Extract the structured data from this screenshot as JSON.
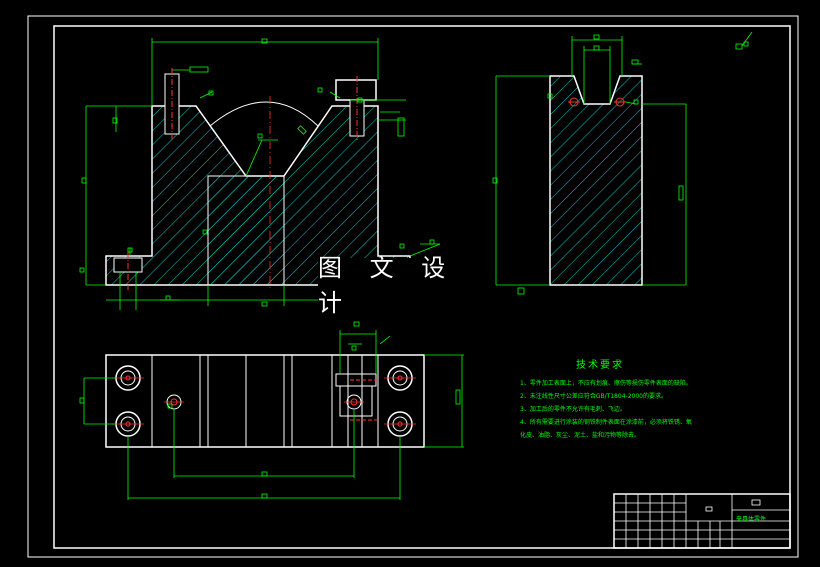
{
  "watermark": "图 文 设 计",
  "tech_requirements": {
    "title": "技术要求",
    "lines": [
      "1、零件加工表面上，不应有划痕、擦伤等损伤零件表面的缺陷。",
      "2、未注线性尺寸公差应符合GB/T1804-2000的要求。",
      "3、加工后的零件不允许有毛刺、飞边。",
      "4、所有需要进行涂装的钢铁制件表面在涂漆前，必须将铁锈、氧",
      "化皮、油脂、灰尘、泥土、盐和污物等除去。"
    ]
  },
  "title_block": {
    "part_name": "夹具体零件"
  },
  "colors": {
    "outline": "#ffffff",
    "dimension": "#00ff00",
    "hatch": "#00c8c8",
    "center": "#ff3030",
    "hidden": "#ffff00"
  }
}
